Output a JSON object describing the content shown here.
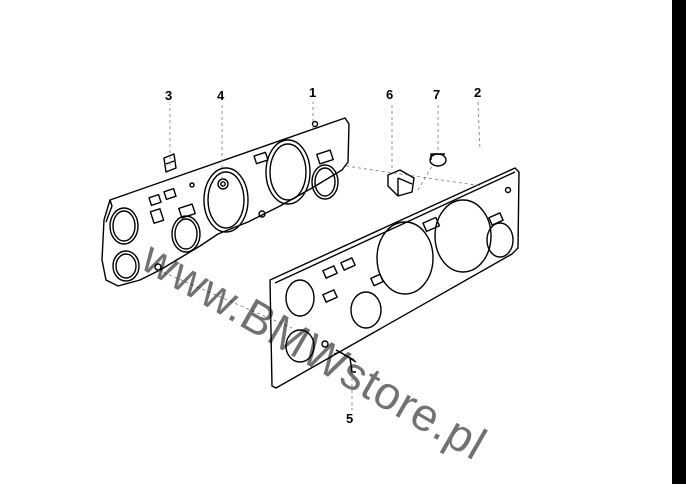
{
  "diagram": {
    "watermark": "www.BMWstore.pl",
    "callouts": {
      "c1": "1",
      "c2": "2",
      "c3": "3",
      "c4": "4",
      "c5": "5",
      "c6": "6",
      "c7": "7"
    }
  }
}
